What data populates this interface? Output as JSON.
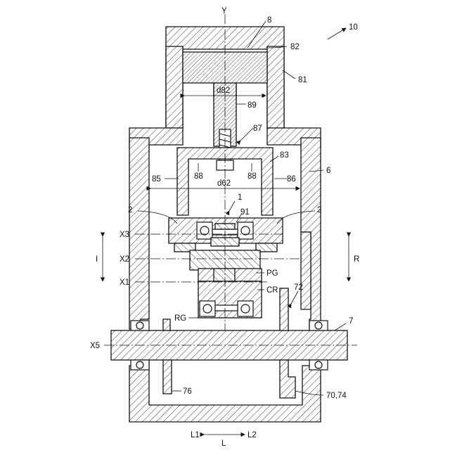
{
  "diagram": {
    "labels": {
      "y": "Y",
      "p8": "8",
      "p10": "10",
      "p82": "82",
      "p81": "81",
      "d82": "d82",
      "p89": "89",
      "p87": "87",
      "p83": "83",
      "p6": "6",
      "p88a": "88",
      "p88b": "88",
      "p85": "85",
      "p86": "86",
      "d62": "d62",
      "p1": "1",
      "p2a": "2",
      "p2b": "2",
      "p91": "91",
      "x3": "X3",
      "x2": "X2",
      "x1": "X1",
      "pg": "PG",
      "cr": "CR",
      "p72": "72",
      "rg": "RG",
      "p7": "7",
      "x5": "X5",
      "p76": "76",
      "p7074": "70,74",
      "i": "I",
      "r": "R",
      "l1": "L1",
      "l": "L",
      "l2": "L2"
    }
  }
}
